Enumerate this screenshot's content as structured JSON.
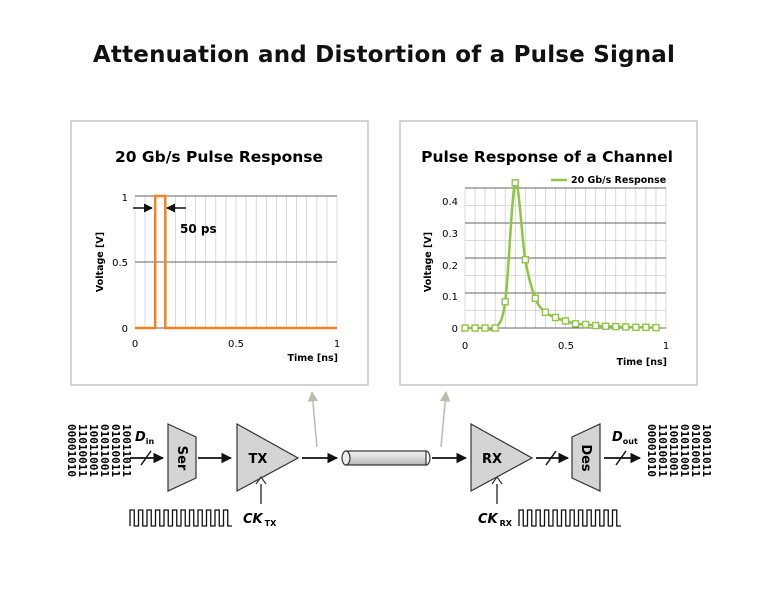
{
  "title": "Attenuation and Distortion of a Pulse Signal",
  "left_panel": {
    "title": "20 Gb/s Pulse Response",
    "ylabel": "Voltage [V]",
    "xlabel": "Time [ns]",
    "y_ticks": [
      "1",
      "0.5",
      "0"
    ],
    "x_ticks": [
      "0",
      "0.5",
      "1"
    ],
    "annotation": "50 ps",
    "line_color": "#f58220"
  },
  "right_panel": {
    "title": "Pulse Response of a Channel",
    "ylabel": "Voltage [V]",
    "xlabel": "Time [ns]",
    "y_ticks": [
      "0.4",
      "0.3",
      "0.2",
      "0.1",
      "0"
    ],
    "x_ticks": [
      "0",
      "0.5",
      "1"
    ],
    "legend": "20 Gb/s Response",
    "line_color": "#8dc63f"
  },
  "chart_data": [
    {
      "type": "line",
      "title": "20 Gb/s Pulse Response",
      "xlabel": "Time [ns]",
      "ylabel": "Voltage [V]",
      "xlim": [
        0,
        1
      ],
      "ylim": [
        0,
        1
      ],
      "x": [
        0,
        0.1,
        0.1,
        0.15,
        0.15,
        1
      ],
      "y": [
        0,
        0,
        1,
        1,
        0,
        0
      ]
    },
    {
      "type": "line",
      "title": "Pulse Response of a Channel",
      "xlabel": "Time [ns]",
      "ylabel": "Voltage [V]",
      "xlim": [
        0,
        1
      ],
      "ylim": [
        0,
        0.4
      ],
      "series": [
        {
          "name": "20 Gb/s Response",
          "x": [
            0,
            0.05,
            0.1,
            0.15,
            0.2,
            0.25,
            0.3,
            0.35,
            0.4,
            0.45,
            0.5,
            0.55,
            0.6,
            0.65,
            0.7,
            0.75,
            0.8,
            0.85,
            0.9,
            0.95
          ],
          "y": [
            0,
            0,
            0,
            0,
            0.075,
            0.415,
            0.195,
            0.085,
            0.045,
            0.03,
            0.02,
            0.012,
            0.01,
            0.007,
            0.005,
            0.004,
            0.003,
            0.002,
            0.002,
            0.001
          ]
        }
      ]
    }
  ],
  "diagram": {
    "bits_in": [
      "00001010",
      "11010011",
      "10011001",
      "01011001",
      "01010011",
      "10011011"
    ],
    "bits_out": [
      "00001010",
      "11010011",
      "10011001",
      "01011001",
      "01010011",
      "10011011"
    ],
    "d_in_main": "D",
    "d_in_sub": "in",
    "d_out_main": "D",
    "d_out_sub": "out",
    "ser": "Ser",
    "tx": "TX",
    "rx": "RX",
    "des": "Des",
    "ck_tx_main": "CK",
    "ck_tx_sub": "TX",
    "ck_rx_main": "CK",
    "ck_rx_sub": "RX"
  }
}
